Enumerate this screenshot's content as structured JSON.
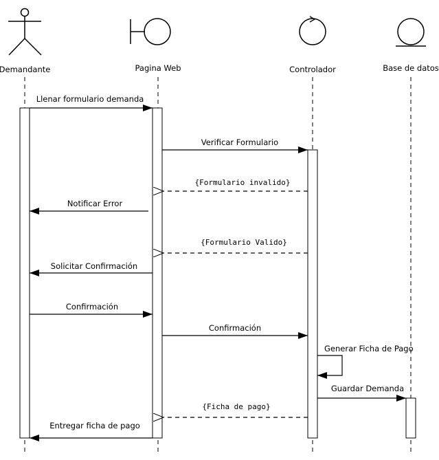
{
  "participants": {
    "demandante": {
      "name": "Demandante",
      "kind": "actor"
    },
    "pagina": {
      "name": "Pagina Web",
      "kind": "boundary"
    },
    "controlador": {
      "name": "Controlador",
      "kind": "control"
    },
    "base": {
      "name": "Base de datos",
      "kind": "entity"
    }
  },
  "messages": [
    {
      "label": "Llenar formulario demanda",
      "from": "demandante",
      "to": "pagina",
      "style": "sync"
    },
    {
      "label": "Verificar Formulario",
      "from": "pagina",
      "to": "controlador",
      "style": "sync"
    },
    {
      "label": "{Formulario invalido}",
      "from": "controlador",
      "to": "pagina",
      "style": "return"
    },
    {
      "label": "Notificar Error",
      "from": "pagina",
      "to": "demandante",
      "style": "sync"
    },
    {
      "label": "{Formulario Valido}",
      "from": "controlador",
      "to": "pagina",
      "style": "return"
    },
    {
      "label": "Solicitar Confirmación",
      "from": "pagina",
      "to": "demandante",
      "style": "sync"
    },
    {
      "label": "Confirmación",
      "from": "demandante",
      "to": "pagina",
      "style": "sync"
    },
    {
      "label": "Confirmación",
      "from": "pagina",
      "to": "controlador",
      "style": "sync"
    },
    {
      "label": "Generar Ficha de Pago",
      "from": "controlador",
      "to": "controlador",
      "style": "self"
    },
    {
      "label": "Guardar Demanda",
      "from": "controlador",
      "to": "base",
      "style": "sync"
    },
    {
      "label": "{Ficha de pago}",
      "from": "controlador",
      "to": "pagina",
      "style": "return"
    },
    {
      "label": "Entregar ficha de pago",
      "from": "pagina",
      "to": "demandante",
      "style": "sync"
    }
  ]
}
